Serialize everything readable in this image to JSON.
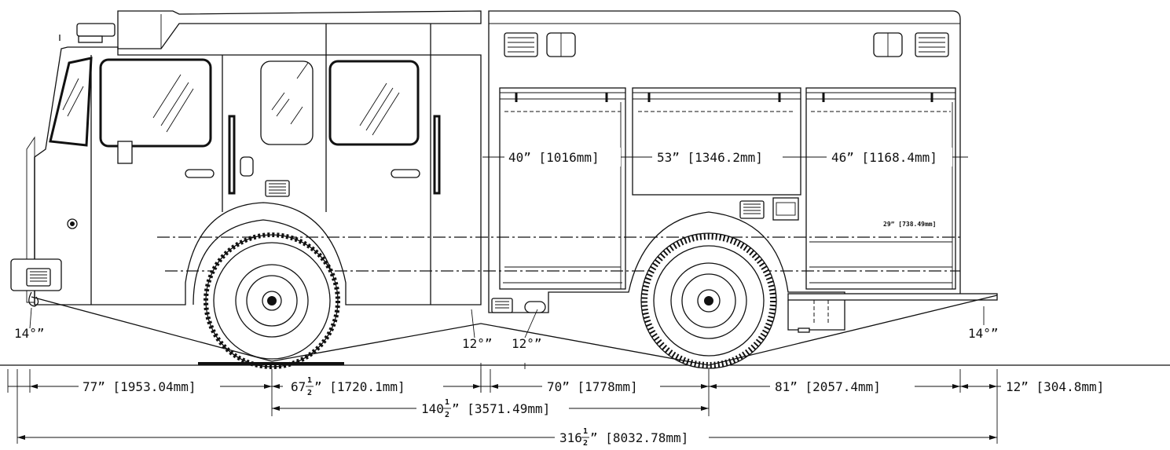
{
  "drawing": {
    "compartment_dims": {
      "left": "40” [1016mm]",
      "middle": "53” [1346.2mm]",
      "right": "46” [1168.4mm]",
      "height": "29” [738.49mm]"
    },
    "angles": {
      "approach": "14°”",
      "breakover_front": "12°”",
      "breakover_rear": "12°”",
      "departure": "14°”"
    },
    "dimensions": {
      "front_overhang": "77” [1953.04mm]",
      "cab_section_whole": "67",
      "cab_section_rest": "” [1720.1mm]",
      "body_to_rear_axle": "70” [1778mm]",
      "rear_axle_to_body_end": "81” [2057.4mm]",
      "rear_step": "12” [304.8mm]",
      "wheelbase_whole": "140",
      "wheelbase_rest": "” [3571.49mm]",
      "overall_whole": "316",
      "overall_rest": "” [8032.78mm]",
      "fraction_num": "1",
      "fraction_den": "2"
    }
  }
}
